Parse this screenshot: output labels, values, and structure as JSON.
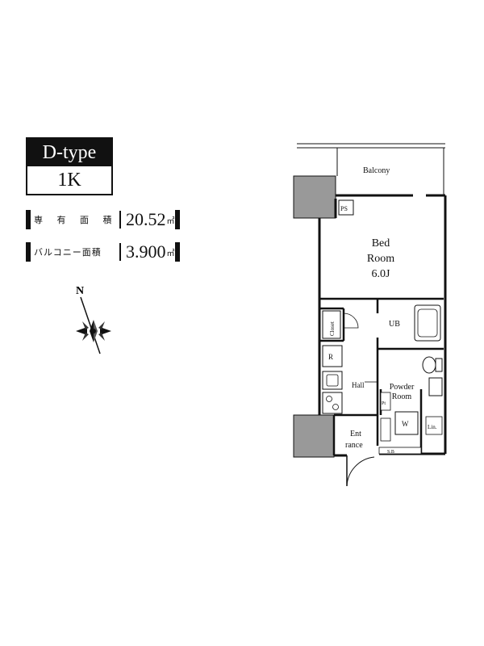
{
  "unit": {
    "type_name": "D-type",
    "layout": "1K"
  },
  "areas": {
    "exclusive": {
      "label": "専 有 面 積",
      "value": "20.52",
      "unit": "㎡"
    },
    "balcony": {
      "label": "バルコニー面積",
      "value": "3.900",
      "unit": "㎡"
    }
  },
  "compass": {
    "north_label": "N",
    "icon": "compass-rose-icon"
  },
  "floor_plan": {
    "balcony": "Balcony",
    "ps": "PS",
    "bedroom_line1": "Bed",
    "bedroom_line2": "Room",
    "bedroom_size": "6.0J",
    "closet": "Closet",
    "ub": "UB",
    "fridge": "R",
    "hall": "Hall",
    "powder_line1": "Powder",
    "powder_line2": "Room",
    "entrance_line1": "Ent",
    "entrance_line2": "rance",
    "shoe_box": "S.B",
    "washer": "W",
    "linen": "Lin.",
    "pantry": "Pt"
  }
}
